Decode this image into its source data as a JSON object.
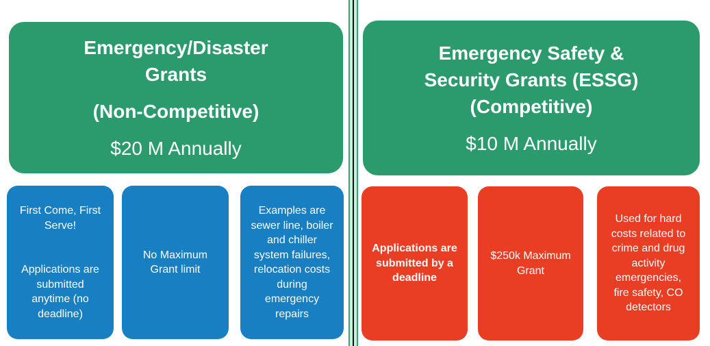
{
  "colors": {
    "green": "#2b9b6d",
    "blue": "#187fc3",
    "red": "#e93e23",
    "divider_mint": "#cdeeda",
    "divider_green": "#35a477",
    "divider_dark": "#101410",
    "text": "#ffffff"
  },
  "left_panel": {
    "header": {
      "title_lines": [
        "Emergency/Disaster",
        "Grants"
      ],
      "subtitle": "(Non-Competitive)",
      "amount": "$20 M Annually"
    },
    "cards": [
      {
        "paragraphs": [
          "First Come, First Serve!",
          "Applications are submitted anytime (no deadline)"
        ]
      },
      {
        "paragraphs": [
          "No Maximum Grant limit"
        ]
      },
      {
        "paragraphs": [
          "Examples are sewer line, boiler and chiller system failures, relocation costs during emergency repairs"
        ]
      }
    ]
  },
  "right_panel": {
    "header": {
      "title_lines": [
        "Emergency Safety &",
        "Security Grants (ESSG)",
        "(Competitive)"
      ],
      "amount": "$10 M Annually"
    },
    "cards": [
      {
        "paragraphs": [
          "Applications are submitted by a deadline"
        ]
      },
      {
        "paragraphs": [
          "$250k Maximum Grant"
        ]
      },
      {
        "paragraphs": [
          "Used for hard costs related to crime and drug activity emergencies, fire safety, CO detectors"
        ]
      }
    ]
  }
}
